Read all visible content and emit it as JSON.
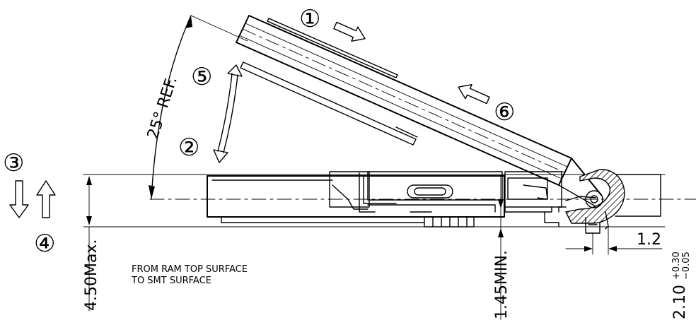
{
  "callouts": {
    "step1": "①",
    "step2": "②",
    "step3": "③",
    "step4": "④",
    "step5": "⑤",
    "step6": "⑥"
  },
  "dimensions": {
    "angle_ref": "25° REF.",
    "max_height": "4.50Max.",
    "min_height": "1.45MIN.",
    "offset": "1.2",
    "thickness_nominal": "2.10",
    "thickness_upper_tol": "+0.30",
    "thickness_lower_tol": "−0.05"
  },
  "notes": {
    "line1": "FROM RAM TOP SURFACE",
    "line2": "TO SMT SURFACE"
  }
}
